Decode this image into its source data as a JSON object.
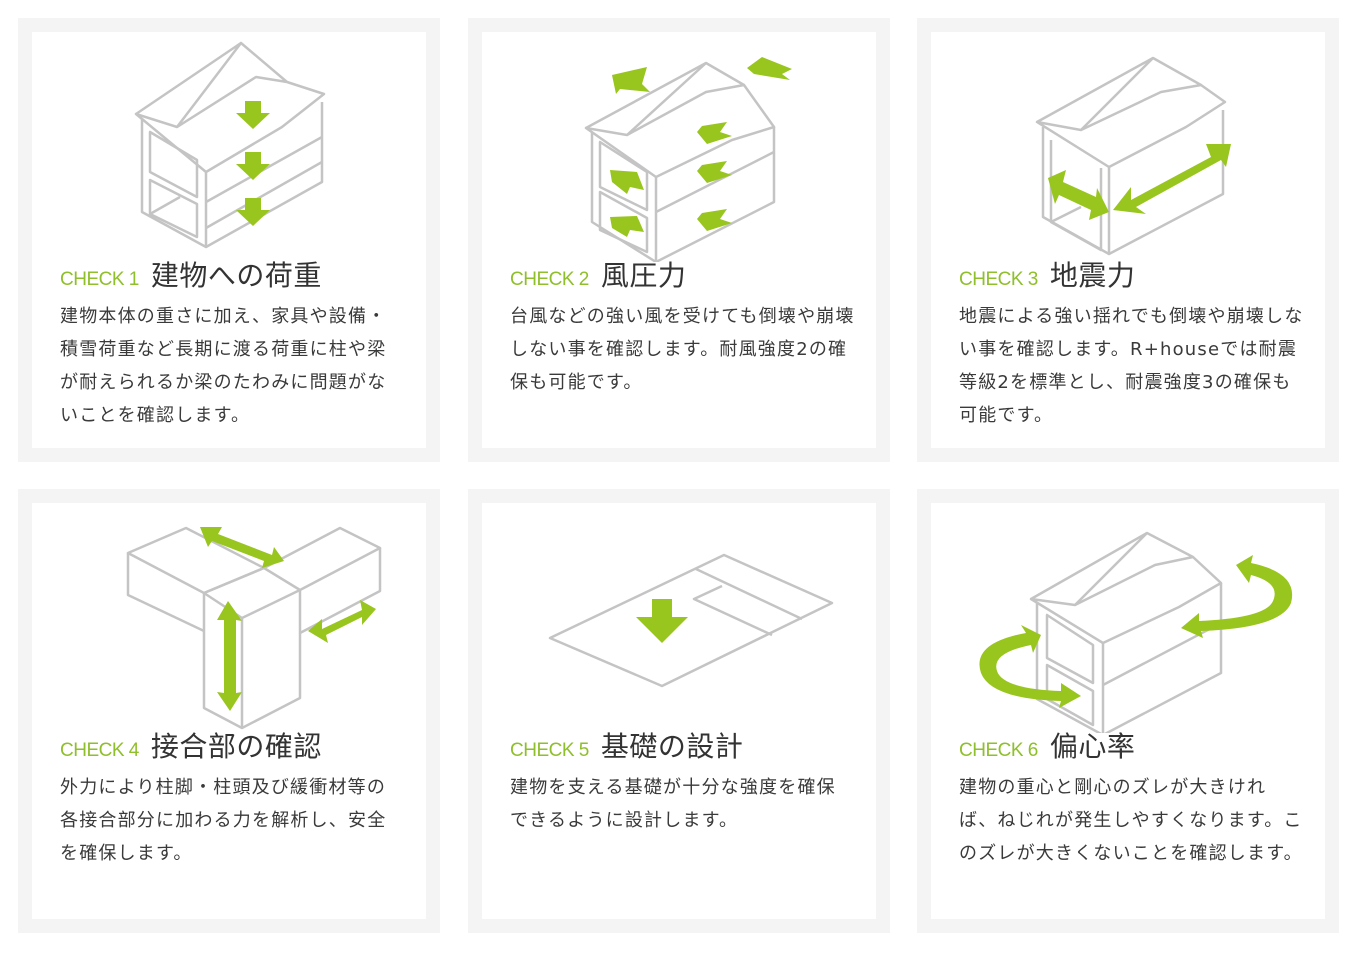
{
  "colors": {
    "accent": "#8fbf2a",
    "arrow": "#99c51f",
    "line": "#c4c4c4",
    "card_border": "#f4f4f4",
    "title": "#333333",
    "text": "#3a3a3a"
  },
  "cards": [
    {
      "check": "CHECK 1",
      "title": "建物への荷重",
      "description": "建物本体の重さに加え、家具や設備・積雪荷重など長期に渡る荷重に柱や梁が耐えられるか梁のたわみに問題がないことを確認します。",
      "illustration": "house-vertical-load-icon"
    },
    {
      "check": "CHECK 2",
      "title": "風圧力",
      "description": "台風などの強い風を受けても倒壊や崩壊しない事を確認します。耐風強度2の確保も可能です。",
      "illustration": "house-wind-pressure-icon"
    },
    {
      "check": "CHECK 3",
      "title": "地震力",
      "description": "地震による強い揺れでも倒壊や崩壊しない事を確認します。R+houseでは耐震等級2を標準とし、耐震強度3の確保も可能です。",
      "illustration": "house-seismic-force-icon"
    },
    {
      "check": "CHECK 4",
      "title": "接合部の確認",
      "description": "外力により柱脚・柱頭及び緩衝材等の各接合部分に加わる力を解析し、安全を確保します。",
      "illustration": "joint-forces-icon"
    },
    {
      "check": "CHECK 5",
      "title": "基礎の設計",
      "description": "建物を支える基礎が十分な強度を確保できるように設計します。",
      "illustration": "foundation-load-icon"
    },
    {
      "check": "CHECK 6",
      "title": "偏心率",
      "description": "建物の重心と剛心のズレが大きければ、ねじれが発生しやすくなります。このズレが大きくないことを確認します。",
      "illustration": "house-torsion-icon"
    }
  ]
}
